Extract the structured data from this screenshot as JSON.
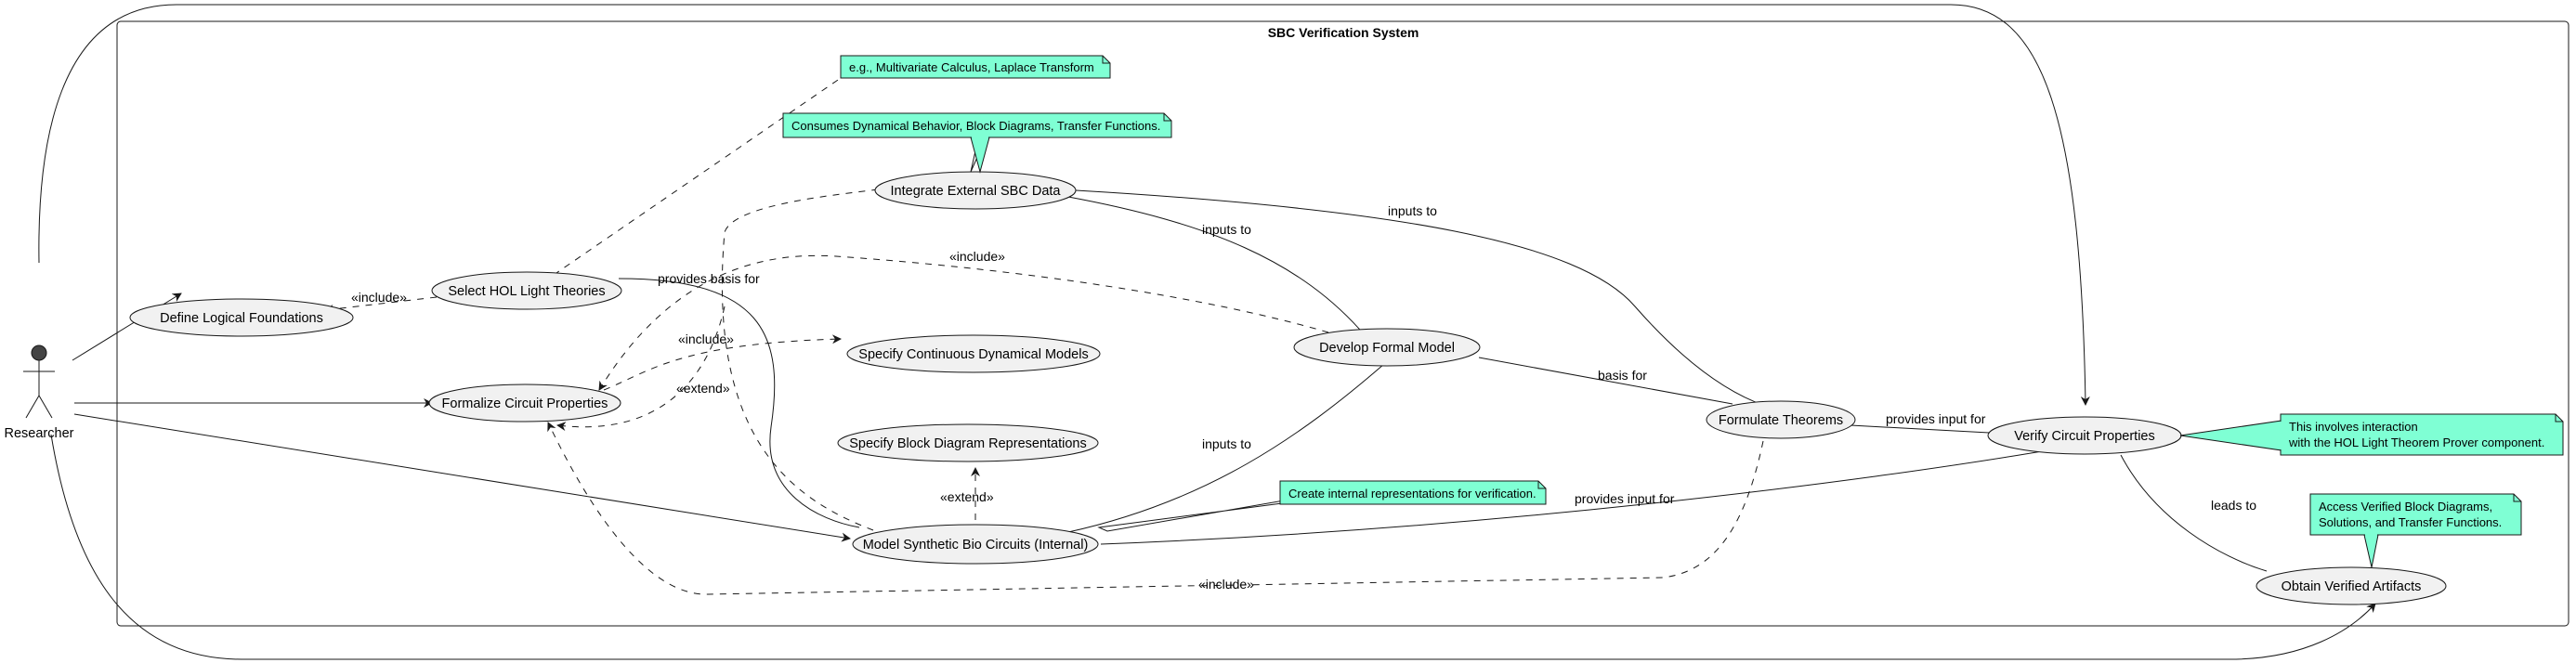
{
  "system": {
    "title": "SBC Verification System"
  },
  "actor": {
    "name": "Researcher"
  },
  "use_cases": {
    "define_logical_foundations": "Define Logical Foundations",
    "select_hol_light_theories": "Select HOL Light Theories",
    "formalize_circuit_properties": "Formalize Circuit Properties",
    "integrate_external_sbc_data": "Integrate External SBC Data",
    "specify_continuous_dynamical_models": "Specify Continuous Dynamical Models",
    "specify_block_diagram_representations": "Specify Block Diagram Representations",
    "model_synthetic_bio_circuits": "Model Synthetic Bio Circuits (Internal)",
    "develop_formal_model": "Develop Formal Model",
    "formulate_theorems": "Formulate Theorems",
    "verify_circuit_properties": "Verify Circuit Properties",
    "obtain_verified_artifacts": "Obtain Verified Artifacts"
  },
  "notes": {
    "hol_theories_example": [
      "e.g., Multivariate Calculus, Laplace Transform"
    ],
    "external_data": [
      "Consumes Dynamical Behavior, Block Diagrams, Transfer Functions."
    ],
    "internal_representations": [
      "Create internal representations for verification."
    ],
    "verify_interaction": [
      "This involves interaction",
      "with the HOL Light Theorem Prover component."
    ],
    "verified_artifacts": [
      "Access Verified Block Diagrams,",
      "Solutions, and Transfer Functions."
    ]
  },
  "edge_labels": {
    "include_define": "«include»",
    "include_formal_model": "«include»",
    "include_specify_continuous": "«include»",
    "extend_formalize": "«extend»",
    "extend_block_diagram": "«extend»",
    "include_theorems": "«include»",
    "provides_basis_for": "provides basis for",
    "inputs_to_integrate_model": "inputs to",
    "inputs_to_integrate_theorems": "inputs to",
    "inputs_to_model_formal": "inputs to",
    "basis_for": "basis for",
    "provides_input_for_theorems": "provides input for",
    "provides_input_for_model": "provides input for",
    "leads_to": "leads to"
  },
  "colors": {
    "use_case_fill": "#F1F1F1",
    "note_fill": "#7FFFD4",
    "line": "#181818",
    "actor_fill": "#444444"
  }
}
